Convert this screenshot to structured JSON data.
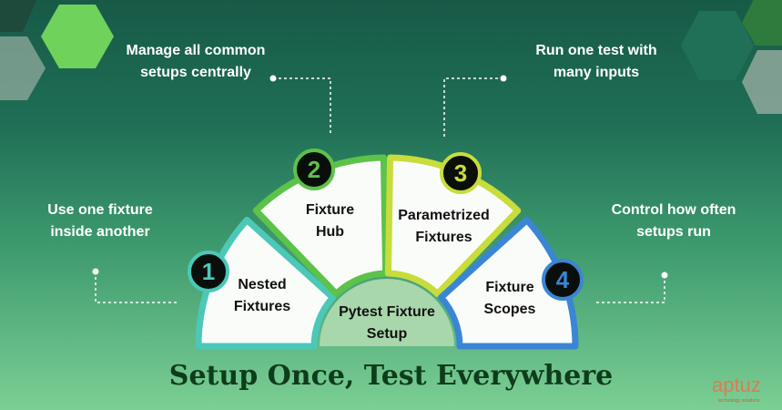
{
  "center": {
    "label": "Pytest Fixture Setup"
  },
  "segments": [
    {
      "number": "1",
      "label": "Nested Fixtures",
      "description": "Use one fixture inside another",
      "color": "#4cc8b8"
    },
    {
      "number": "2",
      "label": "Fixture Hub",
      "description": "Manage all common setups centrally",
      "color": "#5cc24a"
    },
    {
      "number": "3",
      "label": "Parametrized Fixtures",
      "description": "Run one test with many inputs",
      "color": "#c8dc3c"
    },
    {
      "number": "4",
      "label": "Fixture Scopes",
      "description": "Control how often setups run",
      "color": "#3a86d4"
    }
  ],
  "title": "Setup Once, Test Everywhere",
  "logo": {
    "name": "aptuz",
    "tagline": "technology solutions"
  }
}
